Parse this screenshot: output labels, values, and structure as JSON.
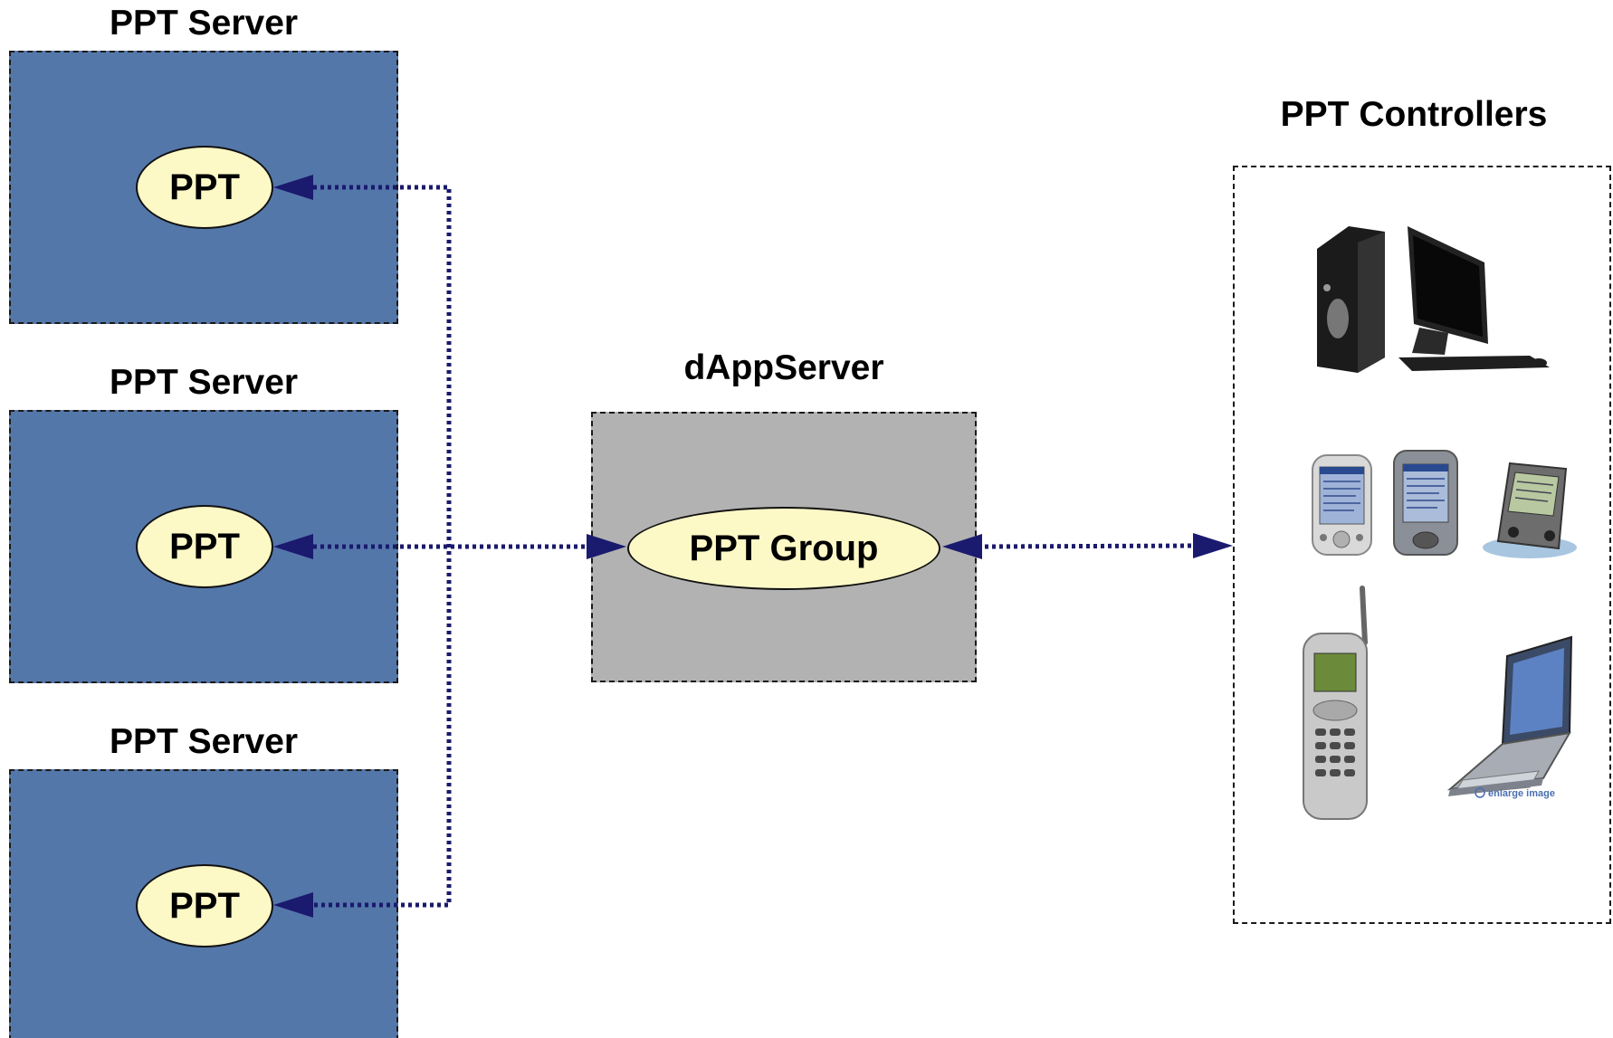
{
  "servers": [
    {
      "title": "PPT Server",
      "node_label": "PPT"
    },
    {
      "title": "PPT Server",
      "node_label": "PPT"
    },
    {
      "title": "PPT Server",
      "node_label": "PPT"
    }
  ],
  "app_server": {
    "title": "dAppServer",
    "node_label": "PPT Group"
  },
  "controllers": {
    "title": "PPT Controllers",
    "devices": [
      "desktop-computer",
      "pocket-pc",
      "pocket-pc",
      "palm-pda",
      "mobile-phone",
      "laptop"
    ],
    "laptop_caption": "enlarge image"
  },
  "colors": {
    "server_fill": "#5477aa",
    "app_server_fill": "#b2b2b2",
    "node_fill": "#fdf9c6",
    "connector": "#1a1a6e"
  }
}
